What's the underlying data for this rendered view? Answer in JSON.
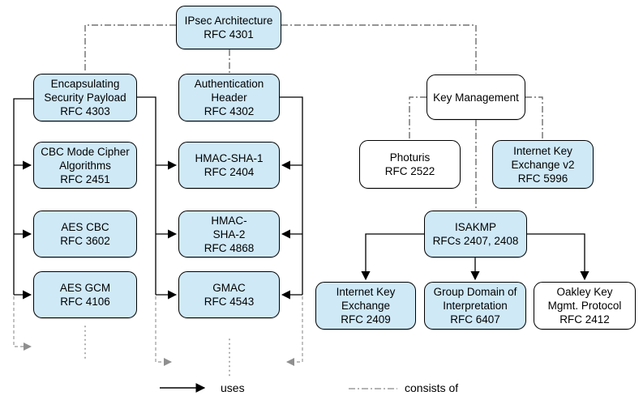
{
  "nodes": {
    "ipsec": {
      "lines": [
        "IPsec Architecture",
        "RFC 4301"
      ]
    },
    "esp": {
      "lines": [
        "Encapsulating",
        "Security Payload",
        "RFC 4303"
      ]
    },
    "auth_header": {
      "lines": [
        "Authentication",
        "Header",
        "RFC 4302"
      ]
    },
    "key_management": {
      "lines": [
        "Key Management"
      ]
    },
    "cbc_mode": {
      "lines": [
        "CBC Mode Cipher",
        "Algorithms",
        "RFC 2451"
      ]
    },
    "hmac_sha1": {
      "lines": [
        "HMAC-SHA-1",
        "RFC 2404"
      ]
    },
    "photuris": {
      "lines": [
        "Photuris",
        "RFC 2522"
      ]
    },
    "ikev2": {
      "lines": [
        "Internet Key",
        "Exchange v2",
        "RFC 5996"
      ]
    },
    "aes_cbc": {
      "lines": [
        "AES CBC",
        "RFC 3602"
      ]
    },
    "hmac_sha2": {
      "lines": [
        "HMAC-",
        "SHA-2",
        "RFC 4868"
      ]
    },
    "isakmp": {
      "lines": [
        "ISAKMP",
        "RFCs 2407, 2408"
      ]
    },
    "aes_gcm": {
      "lines": [
        "AES GCM",
        "RFC 4106"
      ]
    },
    "gmac": {
      "lines": [
        "GMAC",
        "RFC 4543"
      ]
    },
    "ike": {
      "lines": [
        "Internet Key",
        "Exchange",
        "RFC 2409"
      ]
    },
    "gdoi": {
      "lines": [
        "Group Domain of",
        "Interpretation",
        "RFC 6407"
      ]
    },
    "oakley": {
      "lines": [
        "Oakley Key",
        "Mgmt. Protocol",
        "RFC 2412"
      ]
    }
  },
  "legend": {
    "uses_label": "uses",
    "consists_of_label": "consists of"
  },
  "edges": [
    {
      "from": "ipsec",
      "to": "esp",
      "type": "consists_of"
    },
    {
      "from": "ipsec",
      "to": "auth_header",
      "type": "consists_of"
    },
    {
      "from": "ipsec",
      "to": "key_management",
      "type": "consists_of"
    },
    {
      "from": "key_management",
      "to": "photuris",
      "type": "consists_of"
    },
    {
      "from": "key_management",
      "to": "ikev2",
      "type": "consists_of"
    },
    {
      "from": "key_management",
      "to": "isakmp",
      "type": "consists_of"
    },
    {
      "from": "esp",
      "to": "cbc_mode",
      "type": "uses"
    },
    {
      "from": "esp",
      "to": "aes_cbc",
      "type": "uses"
    },
    {
      "from": "esp",
      "to": "aes_gcm",
      "type": "uses"
    },
    {
      "from": "esp",
      "to": "hmac_sha1",
      "type": "uses"
    },
    {
      "from": "esp",
      "to": "hmac_sha2",
      "type": "uses"
    },
    {
      "from": "esp",
      "to": "gmac",
      "type": "uses"
    },
    {
      "from": "auth_header",
      "to": "hmac_sha1",
      "type": "uses"
    },
    {
      "from": "auth_header",
      "to": "hmac_sha2",
      "type": "uses"
    },
    {
      "from": "auth_header",
      "to": "gmac",
      "type": "uses"
    },
    {
      "from": "isakmp",
      "to": "ike",
      "type": "uses"
    },
    {
      "from": "isakmp",
      "to": "gdoi",
      "type": "uses"
    },
    {
      "from": "isakmp",
      "to": "oakley",
      "type": "uses"
    }
  ],
  "colors": {
    "node_fill_blue": "#cfe9f7",
    "node_fill_white": "#ffffff",
    "node_border": "#000000",
    "uses_line": "#000000",
    "consists_of_line": "#555555",
    "continuation_gray": "#999999"
  }
}
